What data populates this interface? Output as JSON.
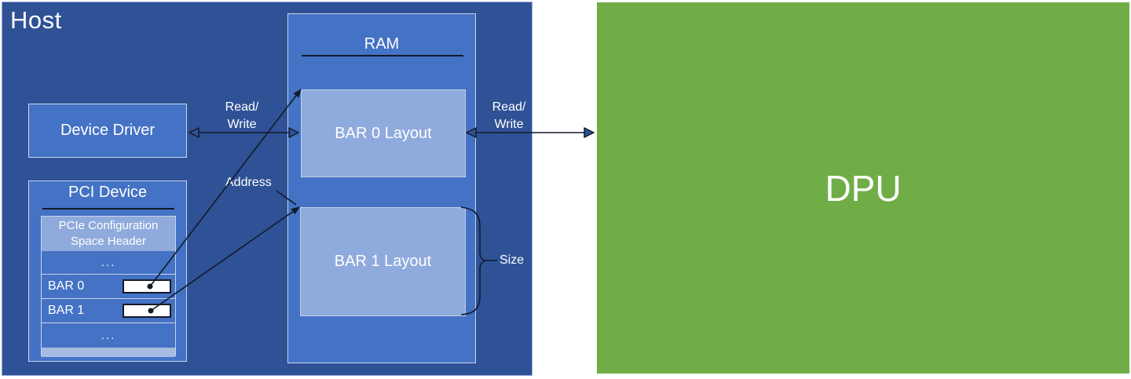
{
  "colors": {
    "host_bg": "#2F5296",
    "panel_blue": "#4472C4",
    "light_blue": "#8FAADC",
    "footer_strip_blue": "#A6BAE2",
    "dpu_green": "#70AD47",
    "connector_line": "#121A28",
    "text": "#FFFFFF",
    "value_box_bg": "#FFFFFF"
  },
  "host": {
    "title": "Host",
    "device_driver": {
      "label": "Device Driver"
    },
    "pci_device": {
      "title": "PCI Device",
      "rows": [
        {
          "label": "PCIe Configuration Space Header",
          "type": "header"
        },
        {
          "label": "...",
          "type": "ellipsis"
        },
        {
          "label": "BAR 0",
          "type": "bar-register",
          "value_box": "empty"
        },
        {
          "label": "BAR 1",
          "type": "bar-register",
          "value_box": "empty"
        },
        {
          "label": "...",
          "type": "ellipsis"
        },
        {
          "label": "",
          "type": "footer-strip"
        }
      ]
    },
    "ram": {
      "title": "RAM",
      "bar0_layout": {
        "label": "BAR 0 Layout"
      },
      "bar1_layout": {
        "label": "BAR 1 Layout"
      }
    }
  },
  "dpu": {
    "label": "DPU"
  },
  "annotations": {
    "read_write_host": [
      "Read/",
      "Write"
    ],
    "read_write_dpu": [
      "Read/",
      "Write"
    ],
    "address": "Address",
    "size": "Size"
  }
}
